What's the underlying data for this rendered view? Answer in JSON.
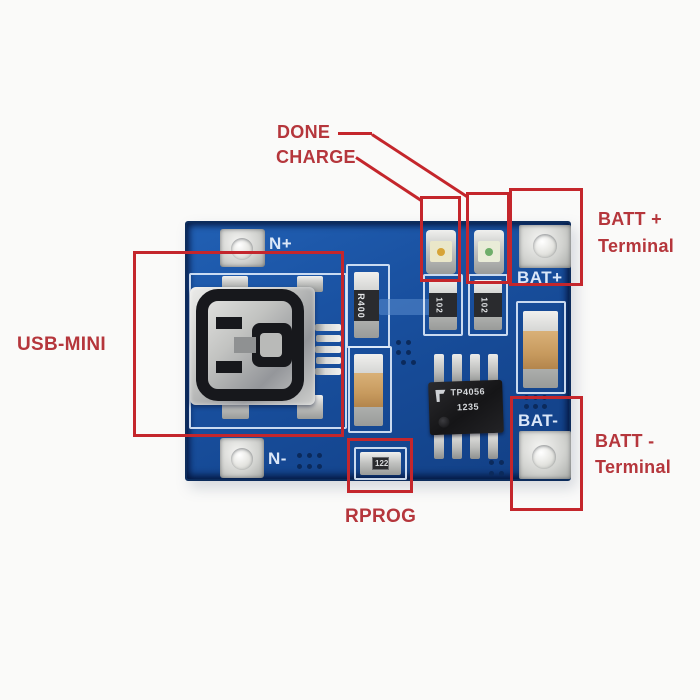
{
  "annotations": {
    "done": "DONE",
    "charge": "CHARGE",
    "batt_plus_line1": "BATT +",
    "batt_plus_line2": "Terminal",
    "batt_minus_line1": "BATT -",
    "batt_minus_line2": "Terminal",
    "usb_mini": "USB-MINI",
    "rprog": "RPROG",
    "accent_color": "#c4262c"
  },
  "board": {
    "silkscreen": {
      "in_plus": "N+",
      "in_minus": "N-",
      "bat_plus": "BAT+",
      "bat_minus": "BAT-"
    },
    "chip": {
      "part_number": "TP4056",
      "date_code": "1235"
    },
    "resistor_r400": "R400",
    "led_resistor_left": "102",
    "led_resistor_right": "102",
    "rprog_resistor": "122",
    "pcb_color": "#1a52a2"
  }
}
